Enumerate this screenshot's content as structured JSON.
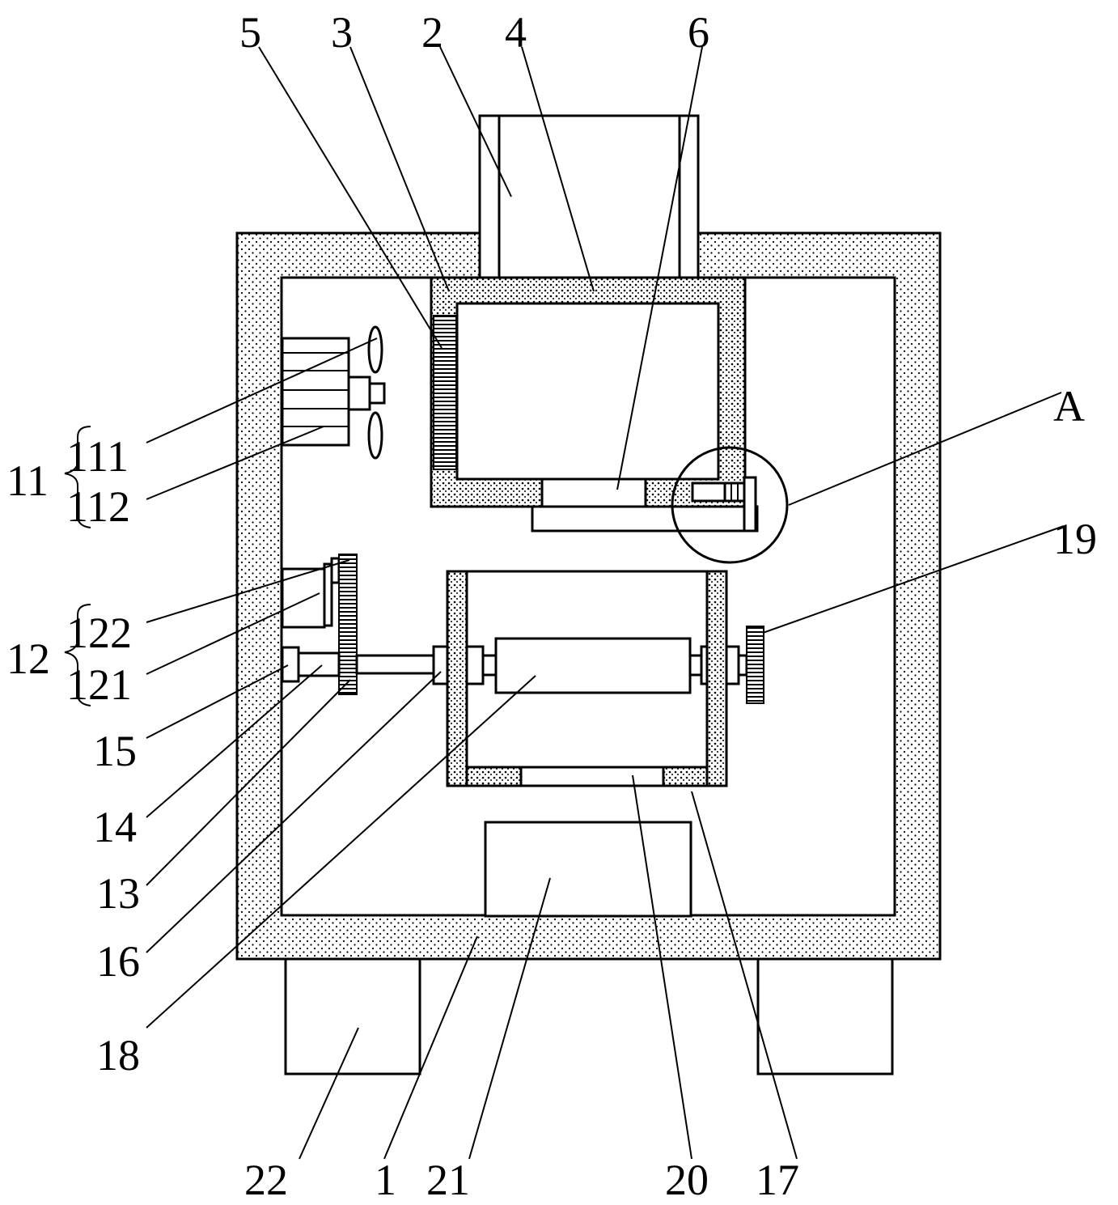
{
  "labels": {
    "l1": "1",
    "l2": "2",
    "l3": "3",
    "l4": "4",
    "l5": "5",
    "l6": "6",
    "l11": "11",
    "l111": "111",
    "l112": "112",
    "l12": "12",
    "l121": "121",
    "l122": "122",
    "l13": "13",
    "l14": "14",
    "l15": "15",
    "l16": "16",
    "l17": "17",
    "l18": "18",
    "l19": "19",
    "l20": "20",
    "l21": "21",
    "l22": "22",
    "lA": "A"
  }
}
